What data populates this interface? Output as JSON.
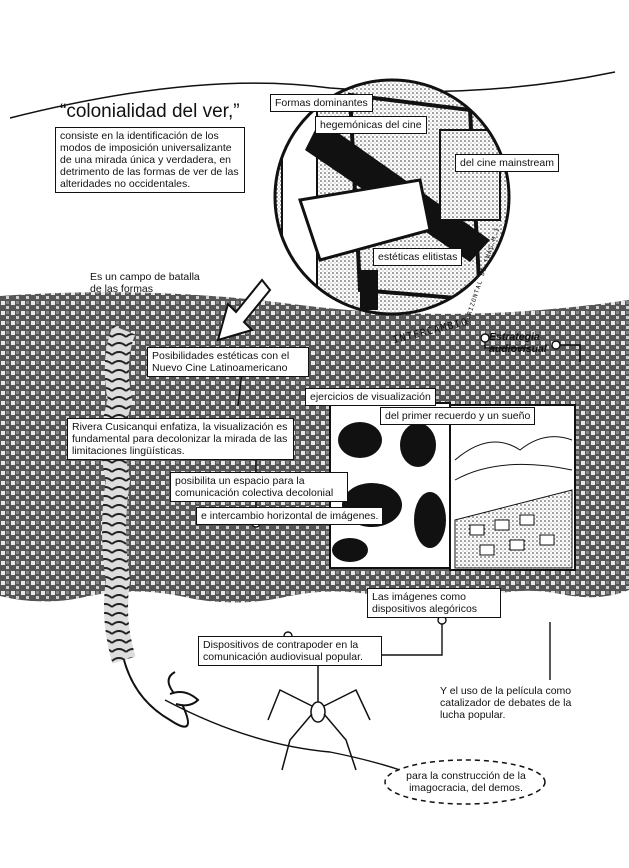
{
  "title": "“colonialidad del ver,”",
  "definition": "consiste en la identificación de los modos de imposición universalizante de una mirada única y verdadera, en detrimento de las formas de ver de las alteridades no occidentales.",
  "labels": {
    "formas_dominantes": "Formas dominantes",
    "hegemonicas": "hegemónicas del cine",
    "cine_mainstream": "del cine mainstream",
    "esteticas_elitistas": "estéticas elitistas",
    "campo_batalla": "Es un campo de batalla de las formas",
    "estrategia": "Estrategia audiovisual",
    "posibilidades": "Posibilidades estéticas con el Nuevo Cine Latinoamericano",
    "ejercicios": "ejercicios de visualización",
    "primer_recuerdo": "del primer recuerdo y un sueño",
    "rivera": "Rivera Cusicanqui enfatiza, la visualización es fundamental para decolonizar la mirada de las limitaciones lingüísticas.",
    "posibilita": "posibilita un espacio para la comunicación colectiva decolonial",
    "intercambio_horizontal": "e intercambio horizontal de imágenes.",
    "imagenes_alegoricas": "Las imágenes como dispositivos alegóricos",
    "contrapoder": "Dispositivos de contrapoder en la comunicación audiovisual popular.",
    "pelicula": "Y el uso de la película como catalizador de debates de la lucha popular.",
    "imagocracia": "para la construcción de la imagocracia, del demos."
  },
  "handwriting": {
    "intercambio": "INTERCAMBIO",
    "horizontal": "HORIZONTAL DE IMÁG.M.I."
  },
  "colors": {
    "ink": "#111111",
    "paper": "#ffffff"
  }
}
